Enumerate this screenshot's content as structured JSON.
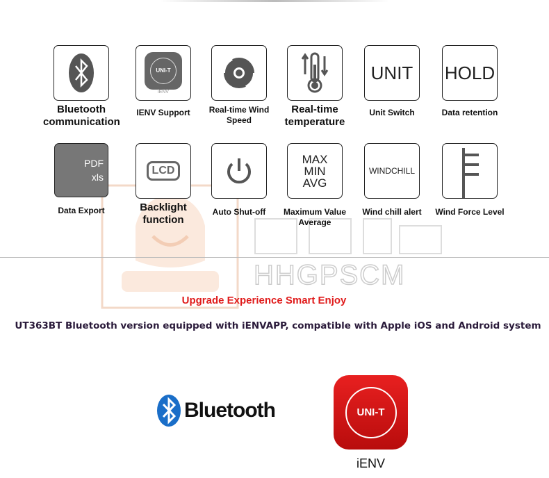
{
  "features_row1": [
    {
      "label": "Bluetooth communication",
      "icon": "bluetooth-icon"
    },
    {
      "label": "IENV Support",
      "icon": "unit-app-icon",
      "icon_text": "UNI-T",
      "icon_caption": "iENV"
    },
    {
      "label": "Real-time Wind Speed",
      "icon": "fan-icon"
    },
    {
      "label": "Real-time temperature",
      "icon": "thermometer-icon"
    },
    {
      "label": "Unit Switch",
      "icon_text": "UNIT"
    },
    {
      "label": "Data retention",
      "icon_text": "HOLD"
    }
  ],
  "features_row2": [
    {
      "label": "Data Export",
      "icon": "folder-export-icon",
      "icon_text_1": "PDF",
      "icon_text_2": "xls"
    },
    {
      "label": "Backlight function",
      "icon_text": "LCD"
    },
    {
      "label": "Auto Shut-off",
      "icon": "power-icon"
    },
    {
      "label": "Maximum Value Average",
      "icon_text_1": "MAX",
      "icon_text_2": "MIN",
      "icon_text_3": "AVG"
    },
    {
      "label": "Wind chill alert",
      "icon_text": "WINDCHILL"
    },
    {
      "label": "Wind Force Level",
      "icon": "wind-force-icon"
    }
  ],
  "watermark": "HHGPSCM",
  "slogan": "Upgrade Experience Smart Enjoy",
  "description": "UT363BT Bluetooth version equipped with iENVAPP, compatible with Apple iOS and Android system",
  "bluetooth_logo": "Bluetooth",
  "app": {
    "icon_text": "UNI-T",
    "name": "iENV"
  },
  "colors": {
    "accent": "#e01b1b",
    "app_red": "#d41515"
  }
}
